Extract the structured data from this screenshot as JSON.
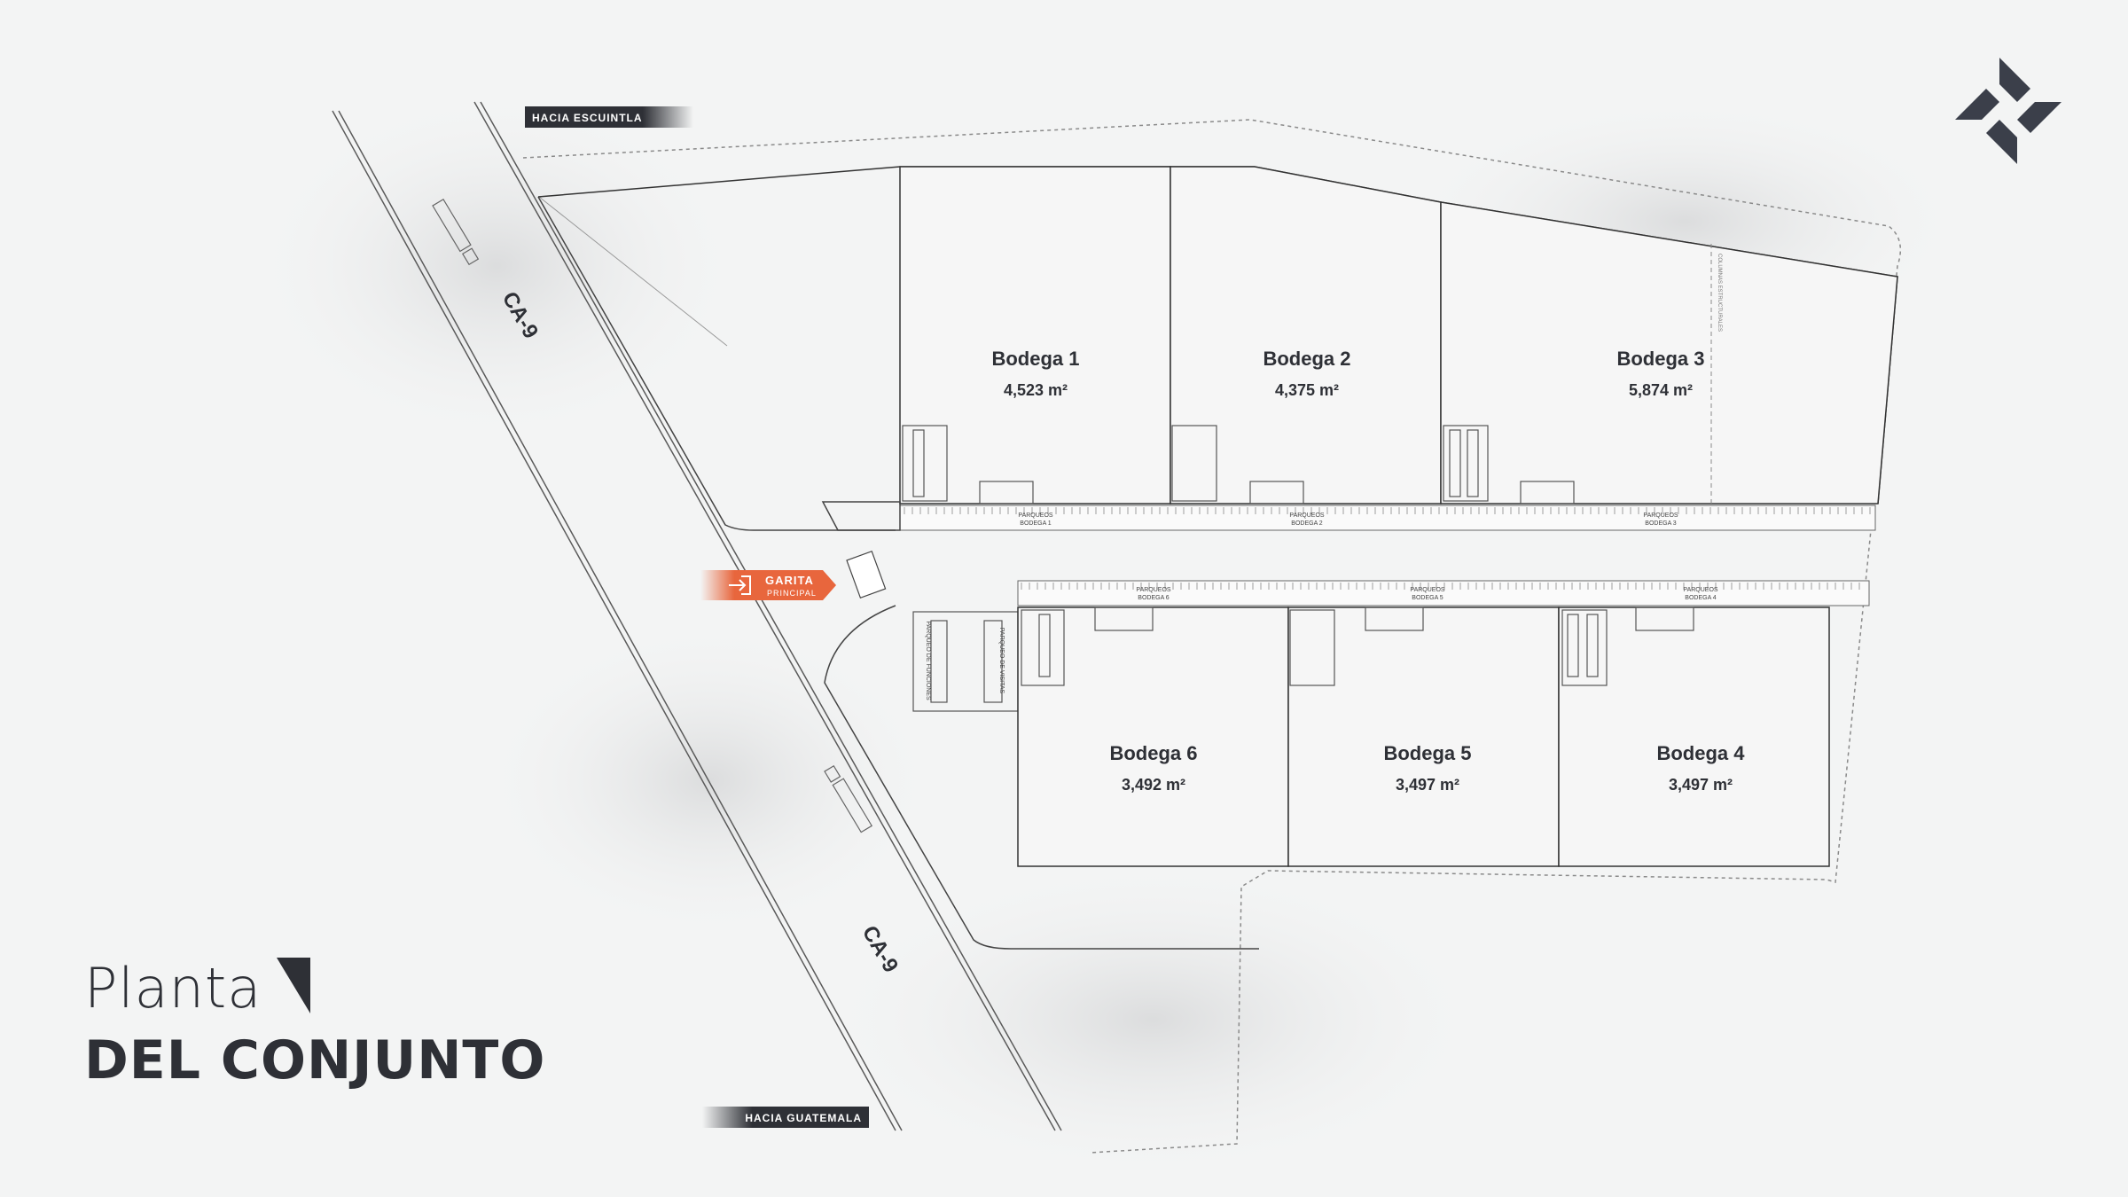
{
  "title": {
    "line1": "Planta",
    "line2": "DEL CONJUNTO"
  },
  "road": {
    "label_top": "CA-9",
    "label_bottom": "CA-9",
    "direction_top": "HACIA ESCUINTLA",
    "direction_bottom": "HACIA GUATEMALA"
  },
  "gate": {
    "label": "GARITA",
    "sublabel": "PRINCIPAL",
    "icon": "enter-arrow-icon",
    "color": "#e8663d"
  },
  "parking": {
    "employees": "PARQUEO DE FUNCIONES",
    "visitors": "PARQUEO DE VISITAS",
    "warehouse_prefix": "PARQUEOS",
    "warehouse_tags": [
      "BODEGA 1",
      "BODEGA 2",
      "BODEGA 3",
      "BODEGA 6",
      "BODEGA 5",
      "BODEGA 4"
    ]
  },
  "columns_note": "COLUMNAS ESTRUCTURALES",
  "warehouses": [
    {
      "name": "Bodega 1",
      "area": "4,523 m²"
    },
    {
      "name": "Bodega 2",
      "area": "4,375 m²"
    },
    {
      "name": "Bodega 3",
      "area": "5,874 m²"
    },
    {
      "name": "Bodega 6",
      "area": "3,492 m²"
    },
    {
      "name": "Bodega 5",
      "area": "3,497 m²"
    },
    {
      "name": "Bodega 4",
      "area": "3,497 m²"
    }
  ],
  "logo": {
    "icon": "pinwheel-logo-icon",
    "color": "#3b3f4a"
  },
  "colors": {
    "line": "#3a3a3a",
    "dark": "#2e3036",
    "accent": "#e8663d"
  }
}
